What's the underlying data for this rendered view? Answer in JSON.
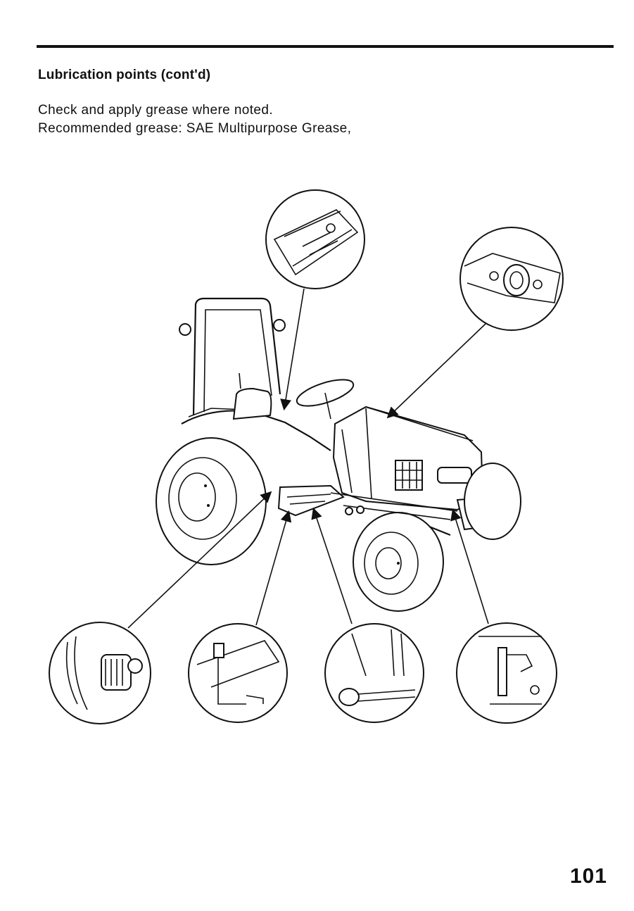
{
  "page": {
    "heading": "Lubrication points (cont'd)",
    "instruction": "Check and apply grease where noted.",
    "grease_spec": "Recommended grease: SAE Multipurpose Grease,",
    "page_number": "101"
  },
  "figure": {
    "subject": "tractor-with-lubrication-callouts",
    "callout_count": 6
  }
}
